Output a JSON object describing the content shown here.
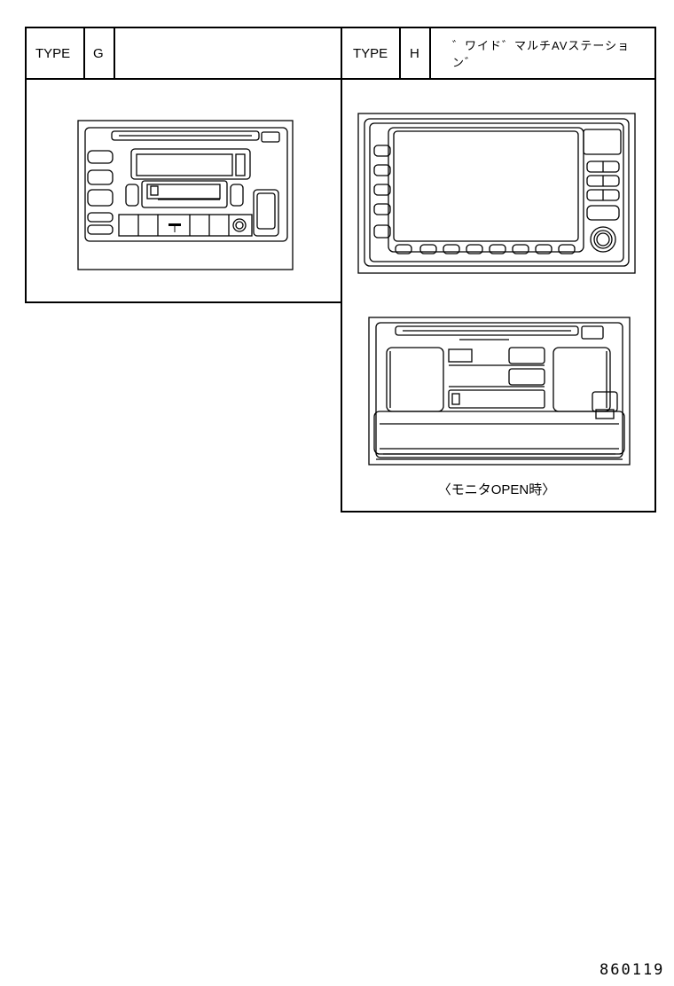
{
  "panel_g": {
    "type_label": "TYPE",
    "type_code": "G",
    "description": ""
  },
  "panel_h": {
    "type_label": "TYPE",
    "type_code": "H",
    "description": "゛ワイド゛マルチAVステーション゛"
  },
  "monitor_open_caption": "〈モニタOPEN時〉",
  "figure_code": "860119"
}
